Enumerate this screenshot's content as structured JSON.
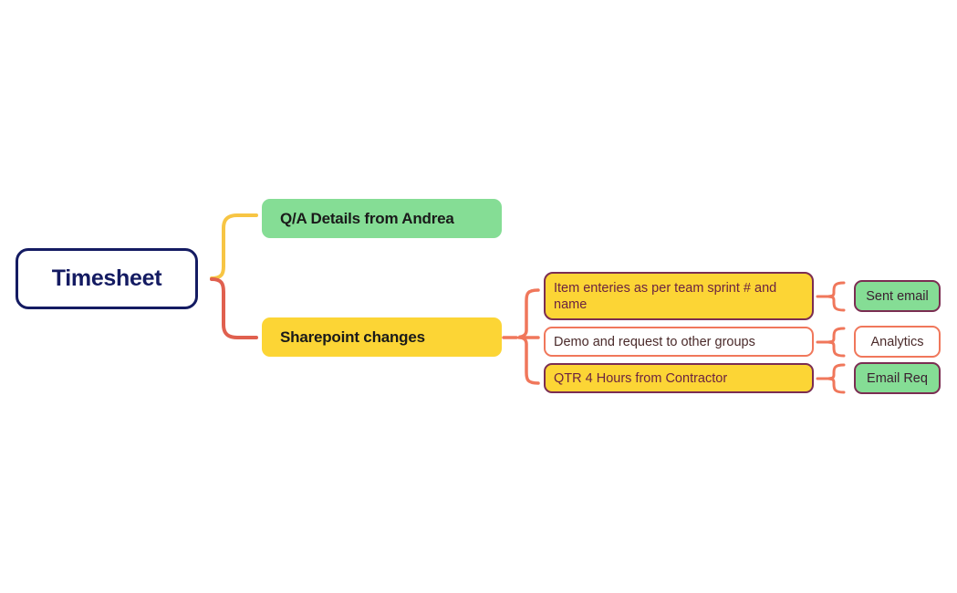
{
  "diagram": {
    "type": "mind-map",
    "background_color": "#ffffff",
    "root": {
      "id": "timesheet",
      "label": "Timesheet",
      "fill": "#ffffff",
      "border_color": "#141B62",
      "text_color": "#141B62"
    },
    "level2": [
      {
        "id": "qa-details",
        "label": "Q/A Details from Andrea",
        "fill": "#85DD95",
        "border_color": "none",
        "text_color": "#1a1a1a",
        "connector_color": "#F7C544"
      },
      {
        "id": "sharepoint-changes",
        "label": "Sharepoint changes",
        "fill": "#FCD535",
        "border_color": "none",
        "text_color": "#1a1a1a",
        "connector_color": "#E0604F"
      }
    ],
    "level3": [
      {
        "id": "item-enteries",
        "label": "Item enteries as per team sprint # and name",
        "fill": "#FCD535",
        "border_color": "#7B2D52",
        "text_color": "#6B2340"
      },
      {
        "id": "demo-request",
        "label": "Demo and request to other groups",
        "fill": "#ffffff",
        "border_color": "#F0775B",
        "text_color": "#4a2a2a"
      },
      {
        "id": "qtr-4-hours",
        "label": "QTR 4 Hours from Contractor",
        "fill": "#FCD535",
        "border_color": "#7B2D52",
        "text_color": "#6B2340"
      }
    ],
    "level4": [
      {
        "id": "sent-email",
        "label": "Sent email",
        "fill": "#85DD95",
        "border_color": "#7B2D52",
        "text_color": "#3a2030",
        "parent": "item-enteries"
      },
      {
        "id": "analytics",
        "label": "Analytics",
        "fill": "#ffffff",
        "border_color": "#F0775B",
        "text_color": "#4a2a2a",
        "parent": "demo-request"
      },
      {
        "id": "email-req",
        "label": "Email Req",
        "fill": "#85DD95",
        "border_color": "#7B2D52",
        "text_color": "#3a2030",
        "parent": "qtr-4-hours"
      }
    ],
    "connector_colors": {
      "branch_yellow": "#F7C544",
      "branch_red": "#E0604F",
      "branch_coral": "#F0775B"
    }
  }
}
